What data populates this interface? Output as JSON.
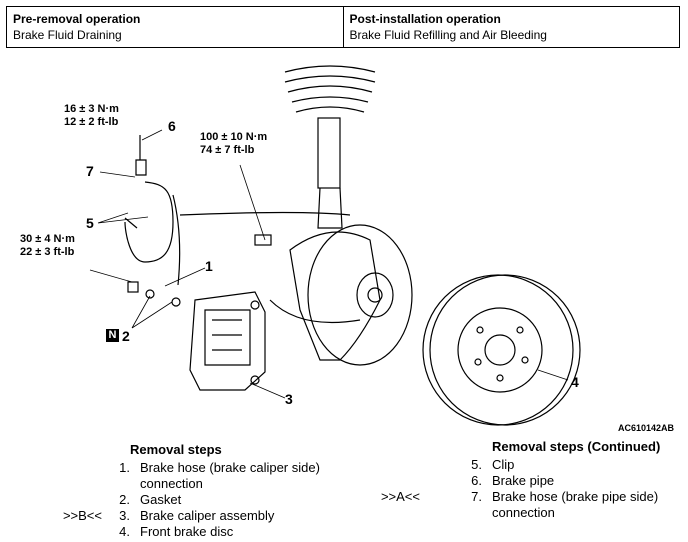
{
  "header": {
    "pre_title": "Pre-removal operation",
    "pre_value": "Brake Fluid Draining",
    "post_title": "Post-installation operation",
    "post_value": "Brake Fluid Refilling and Air Bleeding"
  },
  "figure": {
    "torque_1": "16 ± 3 N·m\n12 ± 2 ft-lb",
    "torque_2": "100 ± 10 N·m\n74 ± 7 ft-lb",
    "torque_3": "30 ± 4 N·m\n22 ± 3 ft-lb",
    "callouts": [
      "6",
      "7",
      "5",
      "1",
      "2",
      "3",
      "4"
    ],
    "n_mark": "N",
    "figure_id": "AC610142AB"
  },
  "removal_steps": {
    "title": "Removal steps",
    "items": [
      {
        "prefix": "",
        "num": "1.",
        "text": "Brake hose (brake caliper side) connection"
      },
      {
        "prefix": "",
        "num": "2.",
        "text": "Gasket"
      },
      {
        "prefix": ">>B<<",
        "num": "3.",
        "text": "Brake caliper assembly"
      },
      {
        "prefix": "",
        "num": "4.",
        "text": "Front brake disc"
      }
    ]
  },
  "removal_steps_continued": {
    "title": "Removal steps (Continued)",
    "items": [
      {
        "prefix": "",
        "num": "5.",
        "text": "Clip"
      },
      {
        "prefix": "",
        "num": "6.",
        "text": "Brake pipe"
      },
      {
        "prefix": ">>A<<",
        "num": "7.",
        "text": "Brake hose (brake pipe side) connection"
      }
    ]
  }
}
